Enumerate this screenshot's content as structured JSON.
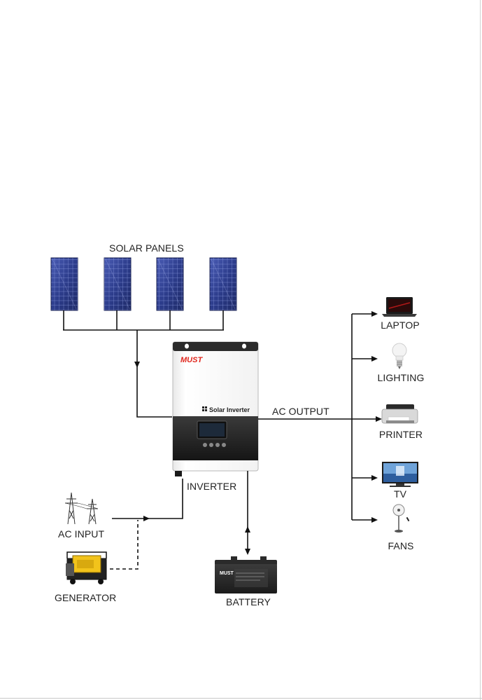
{
  "labels": {
    "solar_panels": "SOLAR PANELS",
    "ac_output": "AC OUTPUT",
    "inverter": "INVERTER",
    "ac_input": "AC INPUT",
    "generator": "GENERATOR",
    "battery": "BATTERY"
  },
  "inverter_device": {
    "brand": "MUST",
    "model_text": "Solar Inverter"
  },
  "battery_device": {
    "brand": "MUST"
  },
  "loads": [
    {
      "label": "LAPTOP",
      "icon": "laptop-icon"
    },
    {
      "label": "LIGHTING",
      "icon": "light-bulb-icon"
    },
    {
      "label": "PRINTER",
      "icon": "printer-icon"
    },
    {
      "label": "TV",
      "icon": "tv-icon"
    },
    {
      "label": "FANS",
      "icon": "fan-icon"
    }
  ],
  "colors": {
    "panel": "#2f3f8f",
    "brand": "#e1251b",
    "line": "#111111"
  }
}
